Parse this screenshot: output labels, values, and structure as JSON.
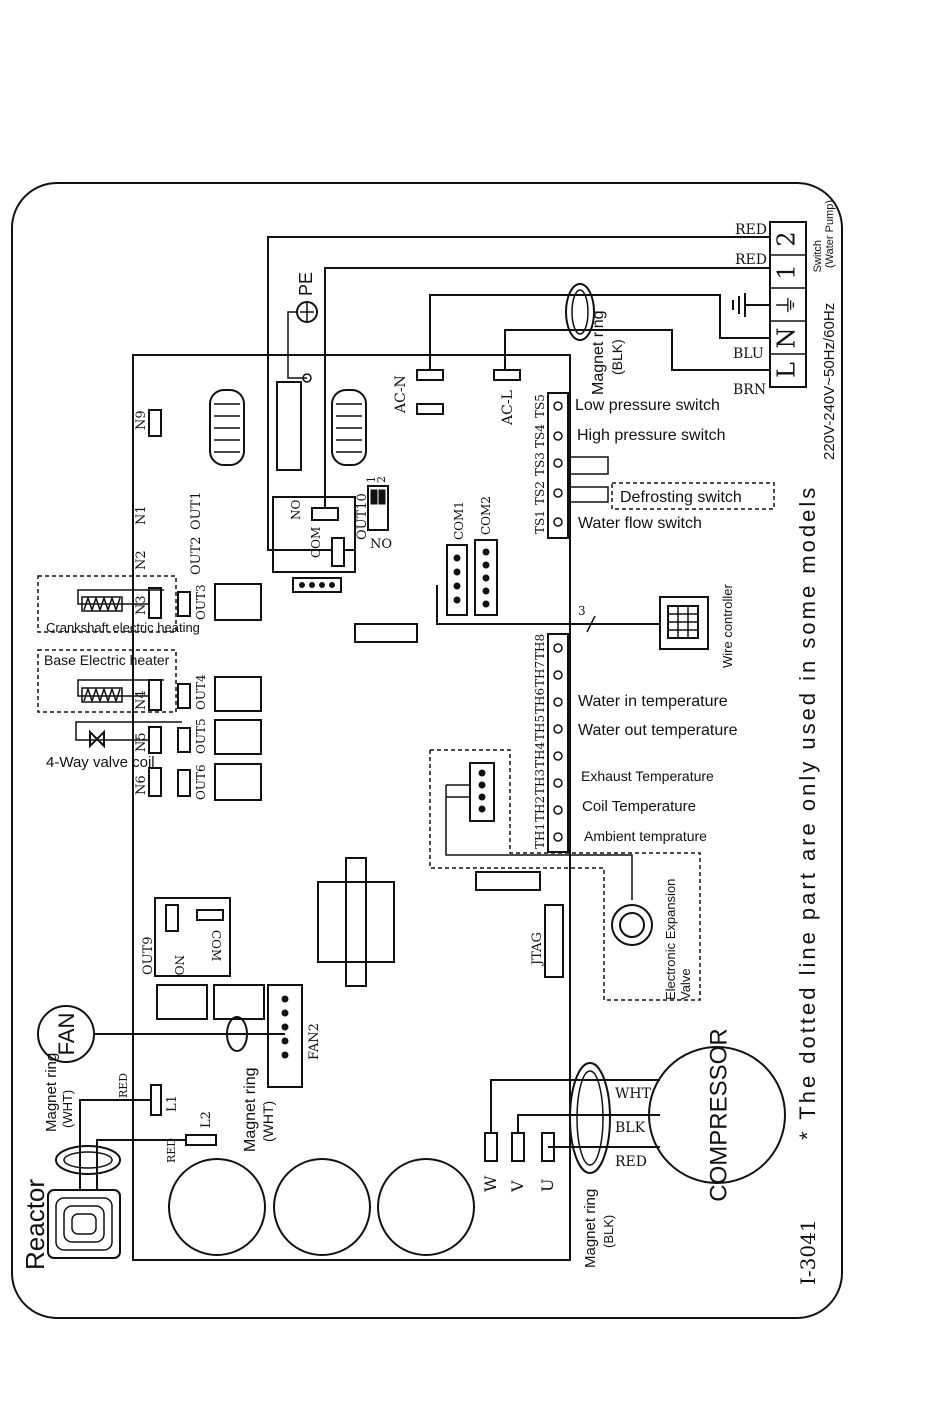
{
  "frame": {
    "model_code": "I-3041",
    "note": "* The dotted line part are only used in some models"
  },
  "power_terminal": {
    "labels": [
      "L",
      "N",
      "⏚",
      "1",
      "2"
    ],
    "wire_colors": [
      "BRN",
      "BLU",
      "RED",
      "RED"
    ],
    "supply": "220V-240V~50Hz/60Hz",
    "switch_label": "Switch",
    "switch_sub": "(Water Pump)"
  },
  "board_labels": {
    "pe": "PE",
    "ac_n": "AC-N",
    "ac_l": "AC-L",
    "magnet_ring_blk": "Magnet ring",
    "magnet_ring_blk_color": "(BLK)",
    "n_pins": [
      "N9",
      "N1",
      "N2",
      "N3",
      "N4",
      "N5",
      "N6"
    ],
    "out_pins": [
      "OUT1",
      "OUT2",
      "OUT3",
      "OUT4",
      "OUT5",
      "OUT6",
      "OUT9",
      "OUT10"
    ],
    "relay_no": "NO",
    "relay_com": "COM",
    "dip_labels": [
      "1",
      "2"
    ],
    "com1": "COM1",
    "com2": "COM2",
    "jtag": "JTAG",
    "fan2": "FAN2",
    "l1": "L1",
    "l2": "L2",
    "red": "RED",
    "uvw": [
      "W",
      "V",
      "U"
    ],
    "wire3": "3"
  },
  "switch_inputs": [
    {
      "pin": "TS5",
      "label": "Low pressure switch"
    },
    {
      "pin": "TS4",
      "label": "High pressure switch"
    },
    {
      "pin": "TS3",
      "label": ""
    },
    {
      "pin": "TS2",
      "label": "Defrosting switch"
    },
    {
      "pin": "TS1",
      "label": "Water flow switch"
    }
  ],
  "temp_inputs": [
    {
      "pin": "TH8",
      "label": ""
    },
    {
      "pin": "TH7",
      "label": ""
    },
    {
      "pin": "TH6",
      "label": "Water in temperature"
    },
    {
      "pin": "TH5",
      "label": "Water out temperature"
    },
    {
      "pin": "TH4",
      "label": ""
    },
    {
      "pin": "TH3",
      "label": "Exhaust Temperature"
    },
    {
      "pin": "TH2",
      "label": "Coil Temperature"
    },
    {
      "pin": "TH1",
      "label": "Ambient temprature"
    }
  ],
  "components": {
    "wire_controller": "Wire controller",
    "eev_line1": "Electronic Expansion",
    "eev_line2": "Valve",
    "crankshaft_heater": "Crankshaft electric heating",
    "base_heater": "Base Electric heater",
    "four_way_valve": "4-Way valve coil",
    "fan": "FAN",
    "fan_ring": "Magnet ring",
    "fan_ring_color": "(WHT)",
    "reactor": "Reactor",
    "reactor_ring": "Magnet ring",
    "reactor_ring_color": "(WHT)",
    "compressor": "COMPRESSOR",
    "comp_wires": [
      "WHT",
      "BLK",
      "RED"
    ],
    "comp_ring": "Magnet ring",
    "comp_ring_color": "(BLK)"
  }
}
